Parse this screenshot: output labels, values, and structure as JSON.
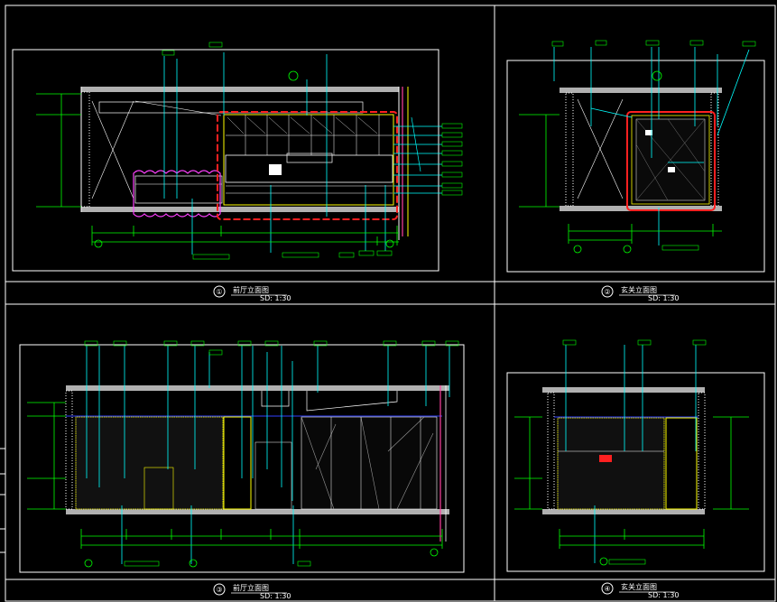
{
  "drawing": {
    "background": "#000000",
    "colors": {
      "frame": "#ffffff",
      "wall": "#c8c8c8",
      "dimension": "#00ff00",
      "leader": "#00ffff",
      "tag": "#00ff00",
      "cabinet": "#ffff00",
      "revision_red": "#ff2020",
      "revision_magenta": "#ff40ff",
      "glass": "#ff40a0",
      "ceiling_line": "#3040ff"
    }
  },
  "panels": [
    {
      "id": "panel-1",
      "caption": {
        "number": "①",
        "title": "前厅立面图",
        "scale": "SD: 1:30"
      }
    },
    {
      "id": "panel-2",
      "caption": {
        "number": "②",
        "title": "玄关立面图",
        "scale": "SD: 1:30"
      }
    },
    {
      "id": "panel-3",
      "caption": {
        "number": "③",
        "title": "前厅立面图",
        "scale": "SD: 1:30"
      }
    },
    {
      "id": "panel-4",
      "caption": {
        "number": "④",
        "title": "玄关立面图",
        "scale": "SD: 1:30"
      }
    }
  ]
}
